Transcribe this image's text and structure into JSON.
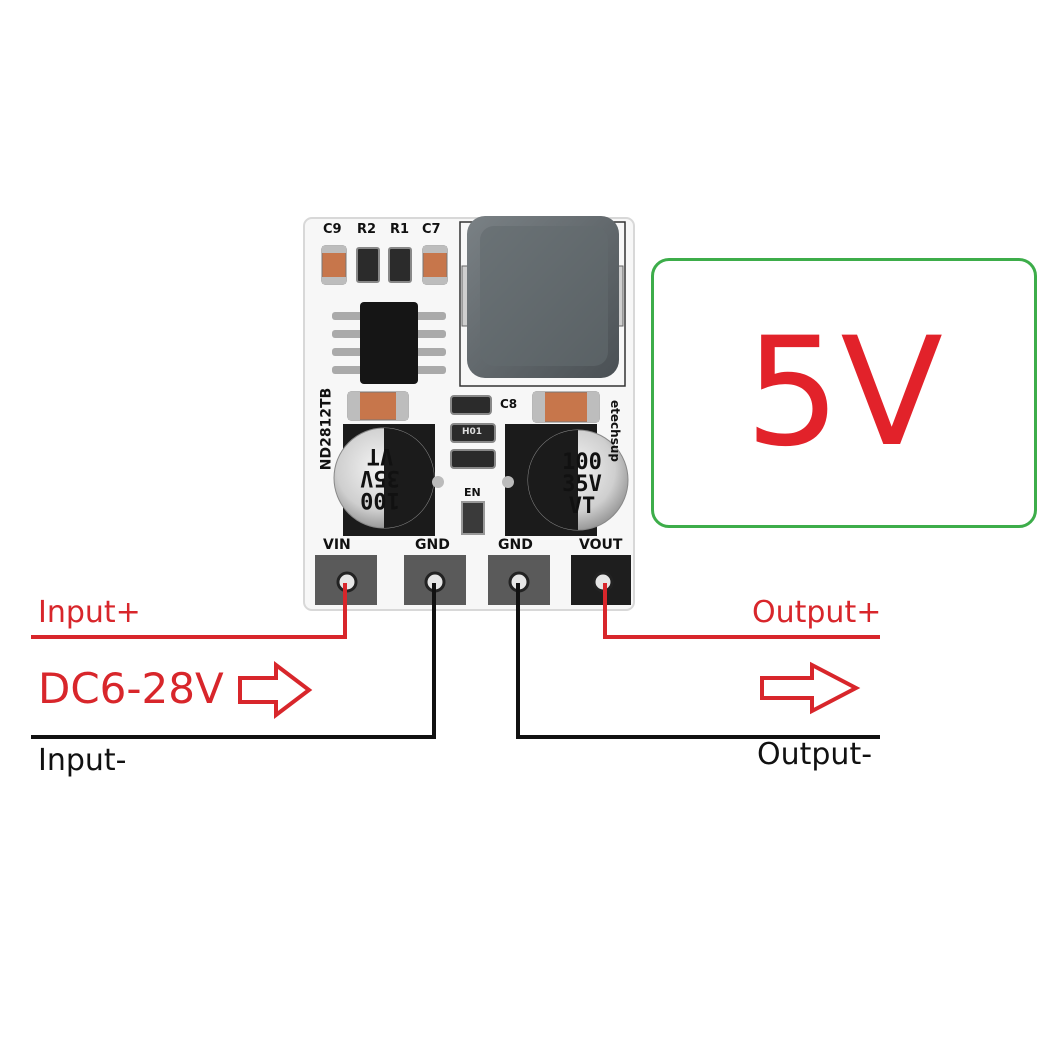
{
  "module": {
    "model": "ND2812TB",
    "brand": "etechsup",
    "components": {
      "c9": "C9",
      "r2": "R2",
      "r1": "R1",
      "c7": "C7",
      "c8": "C8",
      "en": "EN",
      "inductor_code": "H01"
    },
    "capacitor_left": {
      "line1": "100",
      "line2": "35V",
      "line3": "VT"
    },
    "capacitor_right": {
      "line1": "100",
      "line2": "35V",
      "line3": "VT"
    },
    "pins": {
      "vin": "VIN",
      "gnd1": "GND",
      "gnd2": "GND",
      "vout": "VOUT"
    }
  },
  "voltage_badge": {
    "text": "5V"
  },
  "labels": {
    "input_plus": "Input+",
    "input_minus": "Input-",
    "input_range": "DC6-28V",
    "output_plus": "Output+",
    "output_minus": "Output-"
  },
  "colors": {
    "positive_wire": "#d8262b",
    "negative_wire": "#111111",
    "badge_border": "#3dad4a",
    "badge_text": "#e2222a"
  }
}
